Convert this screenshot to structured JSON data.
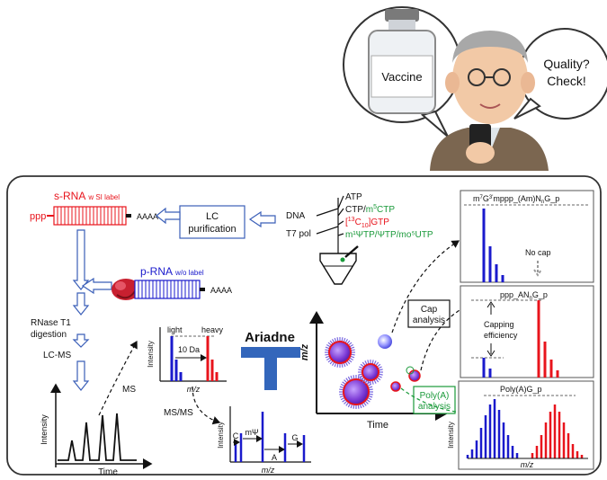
{
  "speech": {
    "left": "Vaccine",
    "right_line1": "Quality?",
    "right_line2": "Check!"
  },
  "srna": {
    "title": "s-RNA",
    "sub": "w SI label",
    "ppp": "ppp",
    "tail": "AAAA"
  },
  "prna": {
    "title": "p-RNA",
    "sub": "w/o label",
    "tail": "AAAA"
  },
  "lc": {
    "line1": "LC",
    "line2": "purification"
  },
  "ivt": {
    "dna": "DNA",
    "pol": "T7 pol",
    "atp": "ATP",
    "ctp_pre": "CTP/",
    "ctp_mod": "m",
    "ctp_sup": "5",
    "ctp_post": "CTP",
    "gtp_pre": "[",
    "gtp_iso": "13",
    "gtp_mid": "C",
    "gtp_sub": "10",
    "gtp_post": "]GTP",
    "utp": "m¹ΨTP/ΨTP/mo⁵UTP"
  },
  "steps": {
    "rnase1": "RNase T1",
    "rnase2": "digestion",
    "lcms": "LC-MS",
    "ms": "MS",
    "msms": "MS/MS"
  },
  "chrom": {
    "ylabel": "Intensity",
    "xlabel": "Time"
  },
  "ms1": {
    "light": "light",
    "heavy": "heavy",
    "delta": "10 Da",
    "ylabel": "Intensity",
    "xlabel": "m/z"
  },
  "ms2": {
    "ylabel": "Intensity",
    "xlabel": "m/z",
    "frag": [
      "C",
      "mΨ",
      "A",
      "G"
    ]
  },
  "ariadne": "Ariadne",
  "map": {
    "ylabel": "m/z",
    "xlabel": "Time"
  },
  "cap_box": {
    "line1": "Cap",
    "line2": "analysis"
  },
  "polya_box": {
    "line1": "Poly(A)",
    "line2": "analysis"
  },
  "spec1": {
    "label_pre": "m",
    "label_s1": "7",
    "label_mid": "G",
    "label_s2": "3'",
    "label_post": "mppp_(Am)N",
    "label_sub": "n",
    "label_end": "G_p",
    "nocap": "No cap"
  },
  "spec2": {
    "label_pre": "ppp_AN",
    "label_sub": "n",
    "label_post": "G_p",
    "eff1": "Capping",
    "eff2": "efficiency"
  },
  "spec3": {
    "label": "Poly(A)G_p",
    "ylabel": "Intensity",
    "xlabel": "m/z"
  },
  "colors": {
    "red": "#e8141c",
    "blue": "#1a1acc",
    "green": "#1a9a3a",
    "arrow": "#3b5fb8",
    "ariadne": "#3366bb"
  }
}
